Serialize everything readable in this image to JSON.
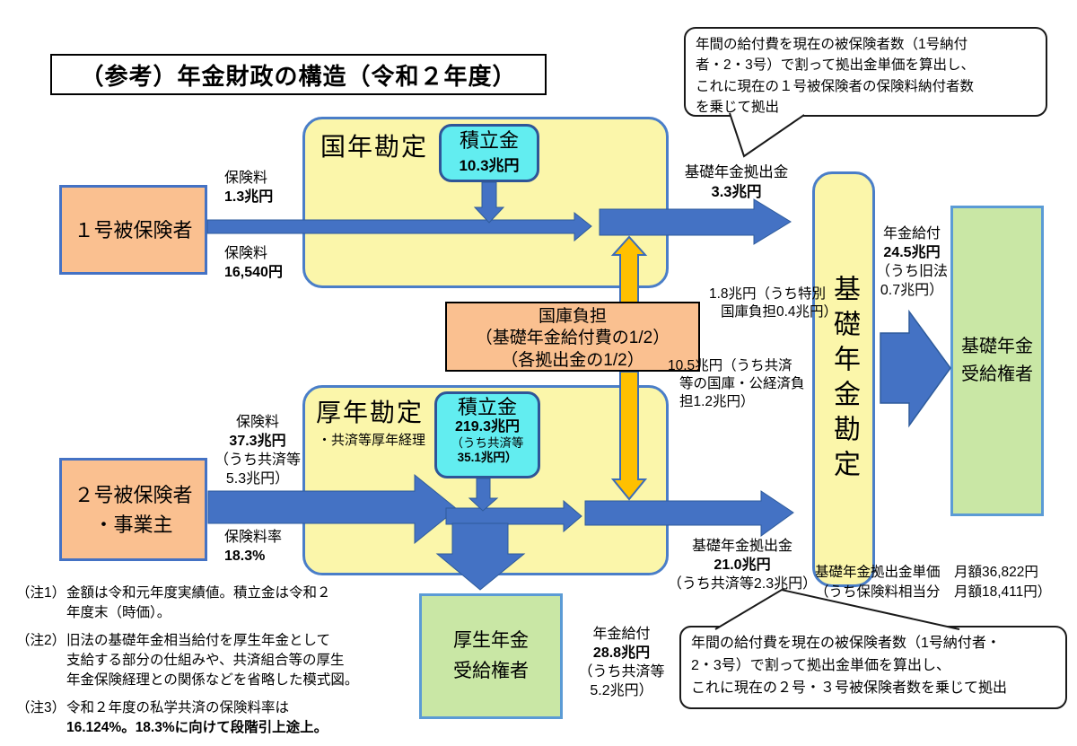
{
  "title": "（参考）年金財政の構造（令和２年度）",
  "colors": {
    "account_fill": "#FBF6AA",
    "account_border": "#4A7EC8",
    "reserve_fill": "#62EDF0",
    "reserve_border": "#2F5597",
    "insured_fill": "#FAC090",
    "insured_border": "#4472C4",
    "beneficiary_fill": "#C9E7A5",
    "beneficiary_border": "#5B9BD5",
    "arrow_blue": "#4472C4",
    "arrow_orange": "#FFC000"
  },
  "bubbles": {
    "top": {
      "lines": [
        "年間の給付費を現在の被保険者数（1号納付",
        "者・2・3号）で割って拠出金単価を算出し、",
        "これに現在の１号被保険者の保険料納付者数",
        "を乗じて拠出"
      ]
    },
    "bottom": {
      "lines": [
        "年間の給付費を現在の被保険者数（1号納付者・",
        "2・3号）で割って拠出金単価を算出し、",
        "これに現在の２号・３号被保険者数を乗じて拠出"
      ]
    }
  },
  "accounts": {
    "kokunen": {
      "title": "国年勘定",
      "reserve_label": "積立金",
      "reserve_amount": "10.3兆円"
    },
    "kounen": {
      "title": "厚年勘定",
      "subtitle": "・共済等厚年経理",
      "reserve_label": "積立金",
      "reserve_amount": "219.3兆円",
      "reserve_note1": "（うち共済等",
      "reserve_note2": "35.1兆円）"
    },
    "kiso": {
      "title": "基礎年金勘定"
    }
  },
  "boxes": {
    "insured1": {
      "label": "１号被保険者"
    },
    "insured2": {
      "line1": "２号被保険者",
      "line2": "・事業主"
    },
    "kokko": {
      "line1": "国庫負担",
      "line2": "（基礎年金給付費の1/2）",
      "line3": "（各拠出金の1/2）"
    },
    "kiso_beneficiary": {
      "line1": "基礎年金",
      "line2": "受給権者"
    },
    "kosei_beneficiary": {
      "line1": "厚生年金",
      "line2": "受給権者"
    }
  },
  "labels": {
    "premium1_top": {
      "l1": "保険料",
      "l2": "1.3兆円"
    },
    "premium1_bottom": {
      "l1": "保険料",
      "l2": "16,540円"
    },
    "contribution_top": {
      "l1": "基礎年金拠出金",
      "l2": "3.3兆円"
    },
    "kokko_top": {
      "l1": "1.8兆円（うち特別",
      "l2": "国庫負担0.4兆円）"
    },
    "kokko_bottom": {
      "l1": "10.5兆円（うち共済",
      "l2": "等の国庫・公経済負",
      "l3": "担1.2兆円）"
    },
    "pension_kiso": {
      "l1": "年金給付",
      "l2": "24.5兆円",
      "l3": "（うち旧法",
      "l4": "0.7兆円）"
    },
    "premium2_top": {
      "l1": "保険料",
      "l2": "37.3兆円",
      "l3": "（うち共済等",
      "l4": "5.3兆円）"
    },
    "premium2_bottom": {
      "l1": "保険料率",
      "l2": "18.3%"
    },
    "contribution_bottom": {
      "l1": "基礎年金拠出金",
      "l2": "21.0兆円",
      "l3": "（うち共済等2.3兆円）"
    },
    "unit_price": {
      "l1": "基礎年金拠出金単価　月額36,822円",
      "l2": "（うち保険料相当分　月額18,411円）"
    },
    "pension_kosei": {
      "l1": "年金給付",
      "l2": "28.8兆円",
      "l3": "（うち共済等",
      "l4": "5.2兆円）"
    }
  },
  "notes": [
    {
      "tag": "（注1）",
      "l1": "金額は令和元年度実績値。積立金は令和２",
      "l2": "年度末（時価）。",
      "l3": ""
    },
    {
      "tag": "（注2）",
      "l1": "旧法の基礎年金相当給付を厚生年金として",
      "l2": "支給する部分の仕組みや、共済組合等の厚生",
      "l3": "年金保険経理との関係などを省略した模式図。"
    },
    {
      "tag": "（注3）",
      "l1": "令和２年度の私学共済の保険料率は",
      "l2": "16.124%。18.3%に向けて段階引上途上。",
      "l3": ""
    }
  ]
}
